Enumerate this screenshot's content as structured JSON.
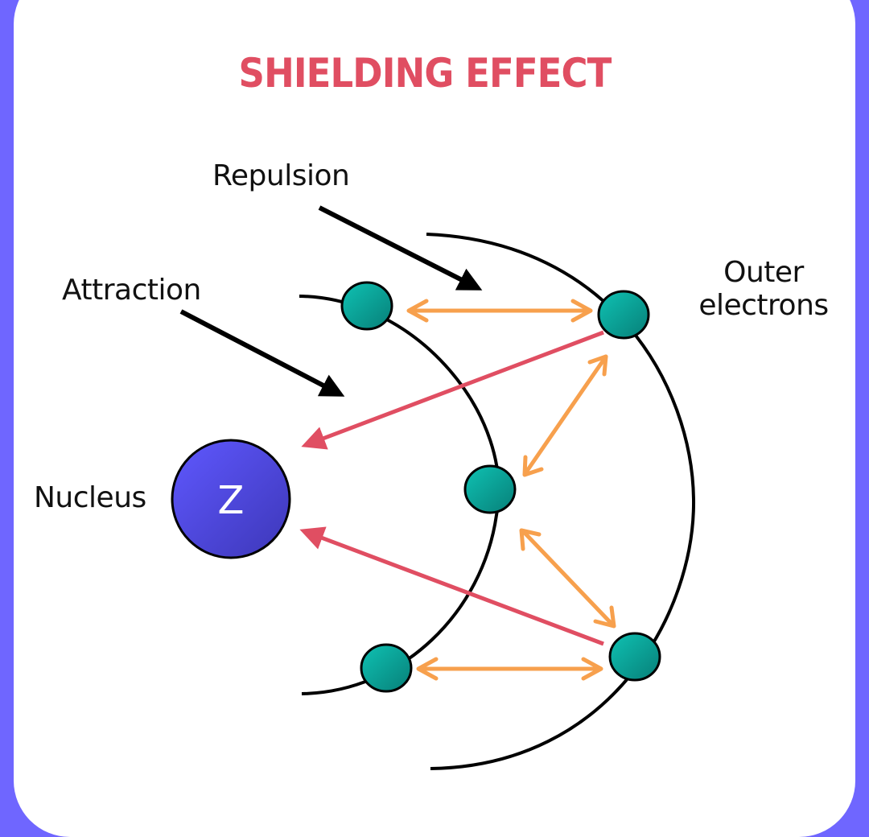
{
  "title": "SHIELDING EFFECT",
  "labels": {
    "repulsion": "Repulsion",
    "attraction": "Attraction",
    "outer_line1": "Outer",
    "outer_line2": "electrons",
    "nucleus": "Nucleus"
  },
  "nucleus": {
    "symbol": "Z"
  },
  "colors": {
    "border": "#6f66ff",
    "title": "#e04e62",
    "attraction_arrow": "#e04e62",
    "repulsion_arrow": "#f7a04d",
    "electron": "#0aa89a",
    "nucleus": "#5a52e8",
    "orbit": "#000000"
  },
  "legend": {
    "inner_shell_electrons": 3,
    "outer_shell_electrons": 2
  }
}
